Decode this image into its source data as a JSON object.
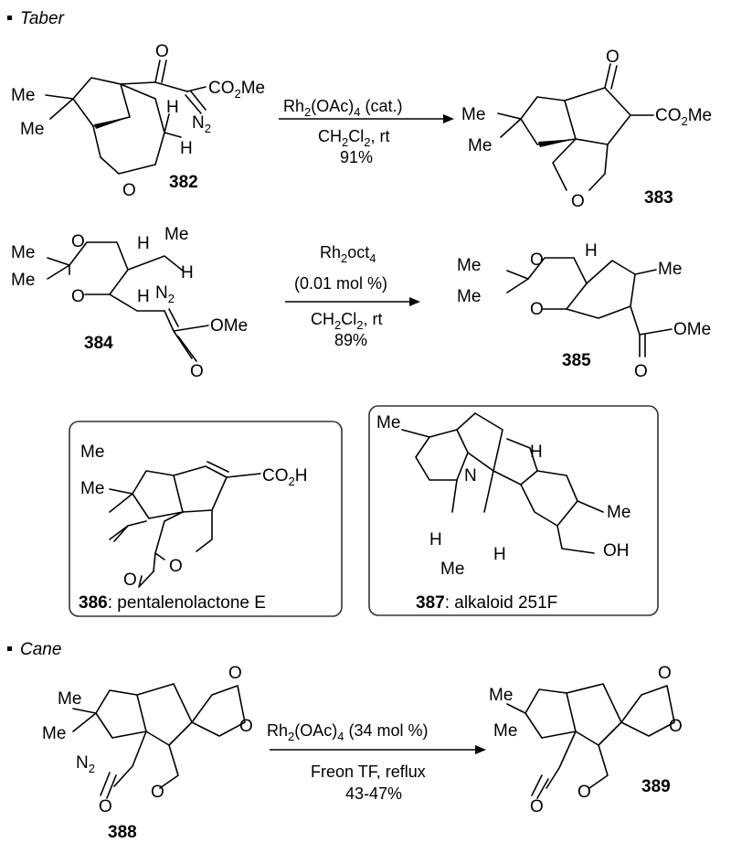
{
  "sections": {
    "taber": "Taber",
    "cane": "Cane"
  },
  "compounds": {
    "c382": "382",
    "c383": "383",
    "c384": "384",
    "c385": "385",
    "c386": "386",
    "c387": "387",
    "c388": "388",
    "c389": "389"
  },
  "captions": {
    "c386": ": pentalenolactone E",
    "c387": ": alkaloid 251F"
  },
  "reactions": [
    {
      "catalyst": "Rh2(OAc)4 (cat.)",
      "solvent": "CH2Cl2, rt",
      "yield": "91%"
    },
    {
      "catalyst": "Rh2oct4",
      "loading": "(0.01 mol %)",
      "solvent": "CH2Cl2, rt",
      "yield": "89%"
    },
    {
      "catalyst": "Rh2(OAc)4 (34 mol %)",
      "solvent": "Freon TF, reflux",
      "yield": "43-47%"
    }
  ],
  "atom_labels": {
    "me": "Me",
    "o": "O",
    "h": "H",
    "n": "N",
    "oh": "OH",
    "ome": "OMe",
    "co2me": "CO2Me",
    "co2h": "CO2H",
    "n2": "N2"
  }
}
